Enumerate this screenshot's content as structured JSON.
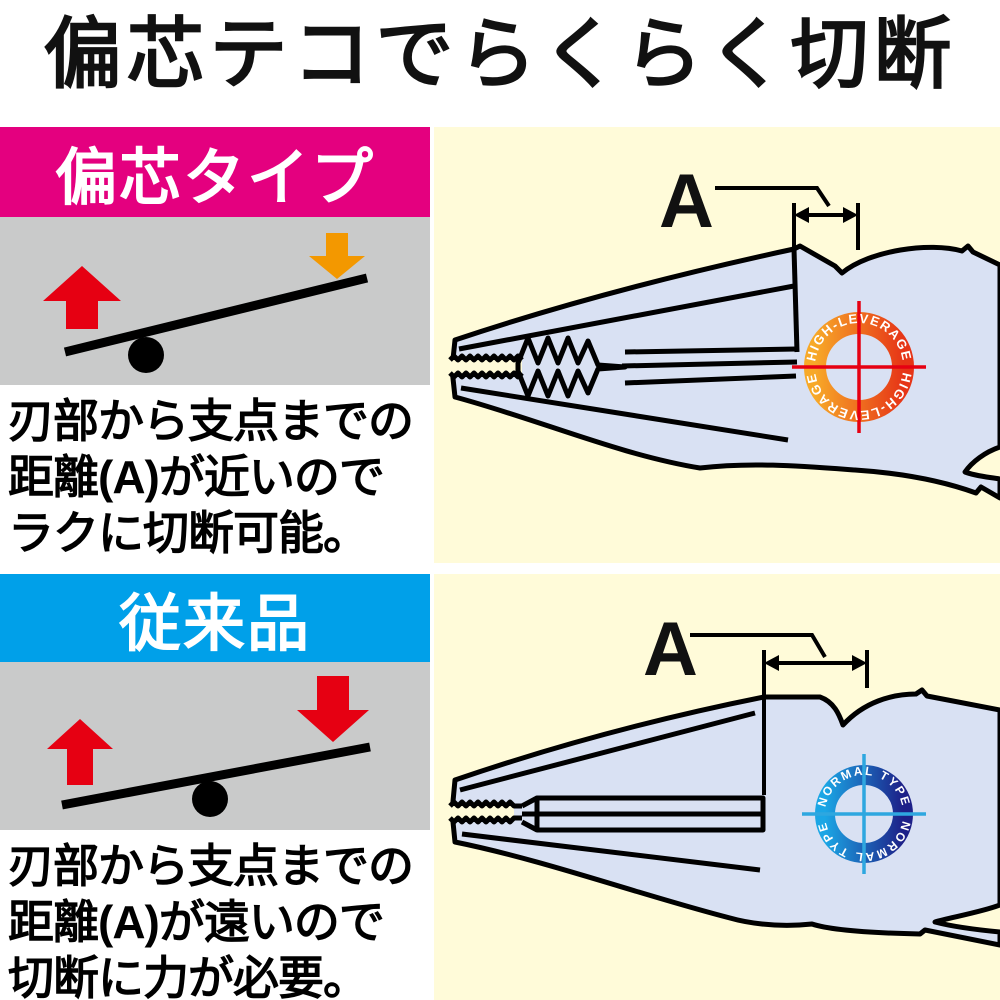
{
  "title": "偏芯テコでらくらく切断",
  "sections": [
    {
      "id": "eccentric",
      "header": "偏芯タイプ",
      "header_color": "#E4007F",
      "description_lines": [
        "刃部から支点までの",
        "距離(A)が近いので",
        "ラクに切断可能。"
      ],
      "dimension_label": "A",
      "badge": {
        "label_top": "HIGH-LEVERAGE",
        "label_bottom": "HIGH-LEVERAGE",
        "gradient": [
          "#F7A928",
          "#E63517"
        ],
        "crosshair_color": "#E60012"
      },
      "lever": {
        "load_arrow_color": "#E60012",
        "effort_arrow_color": "#F39800"
      }
    },
    {
      "id": "conventional",
      "header": "従来品",
      "header_color": "#00A0E9",
      "description_lines": [
        "刃部から支点までの",
        "距離(A)が遠いので",
        "切断に力が必要。"
      ],
      "dimension_label": "A",
      "badge": {
        "label_top": "NORMAL TYPE",
        "label_bottom": "NORMAL TYPE",
        "gradient": [
          "#1BA6E5",
          "#1D2088"
        ],
        "crosshair_color": "#2EA7E0"
      },
      "lever": {
        "load_arrow_color": "#E60012",
        "effort_arrow_color": "#E60012"
      }
    }
  ],
  "colors": {
    "background": "#FFFFFF",
    "panel_yellow": "#FFFBD9",
    "diagram_gray": "#C9CACA",
    "pliers_blue": "#D9E1F3",
    "outline_black": "#000000"
  }
}
